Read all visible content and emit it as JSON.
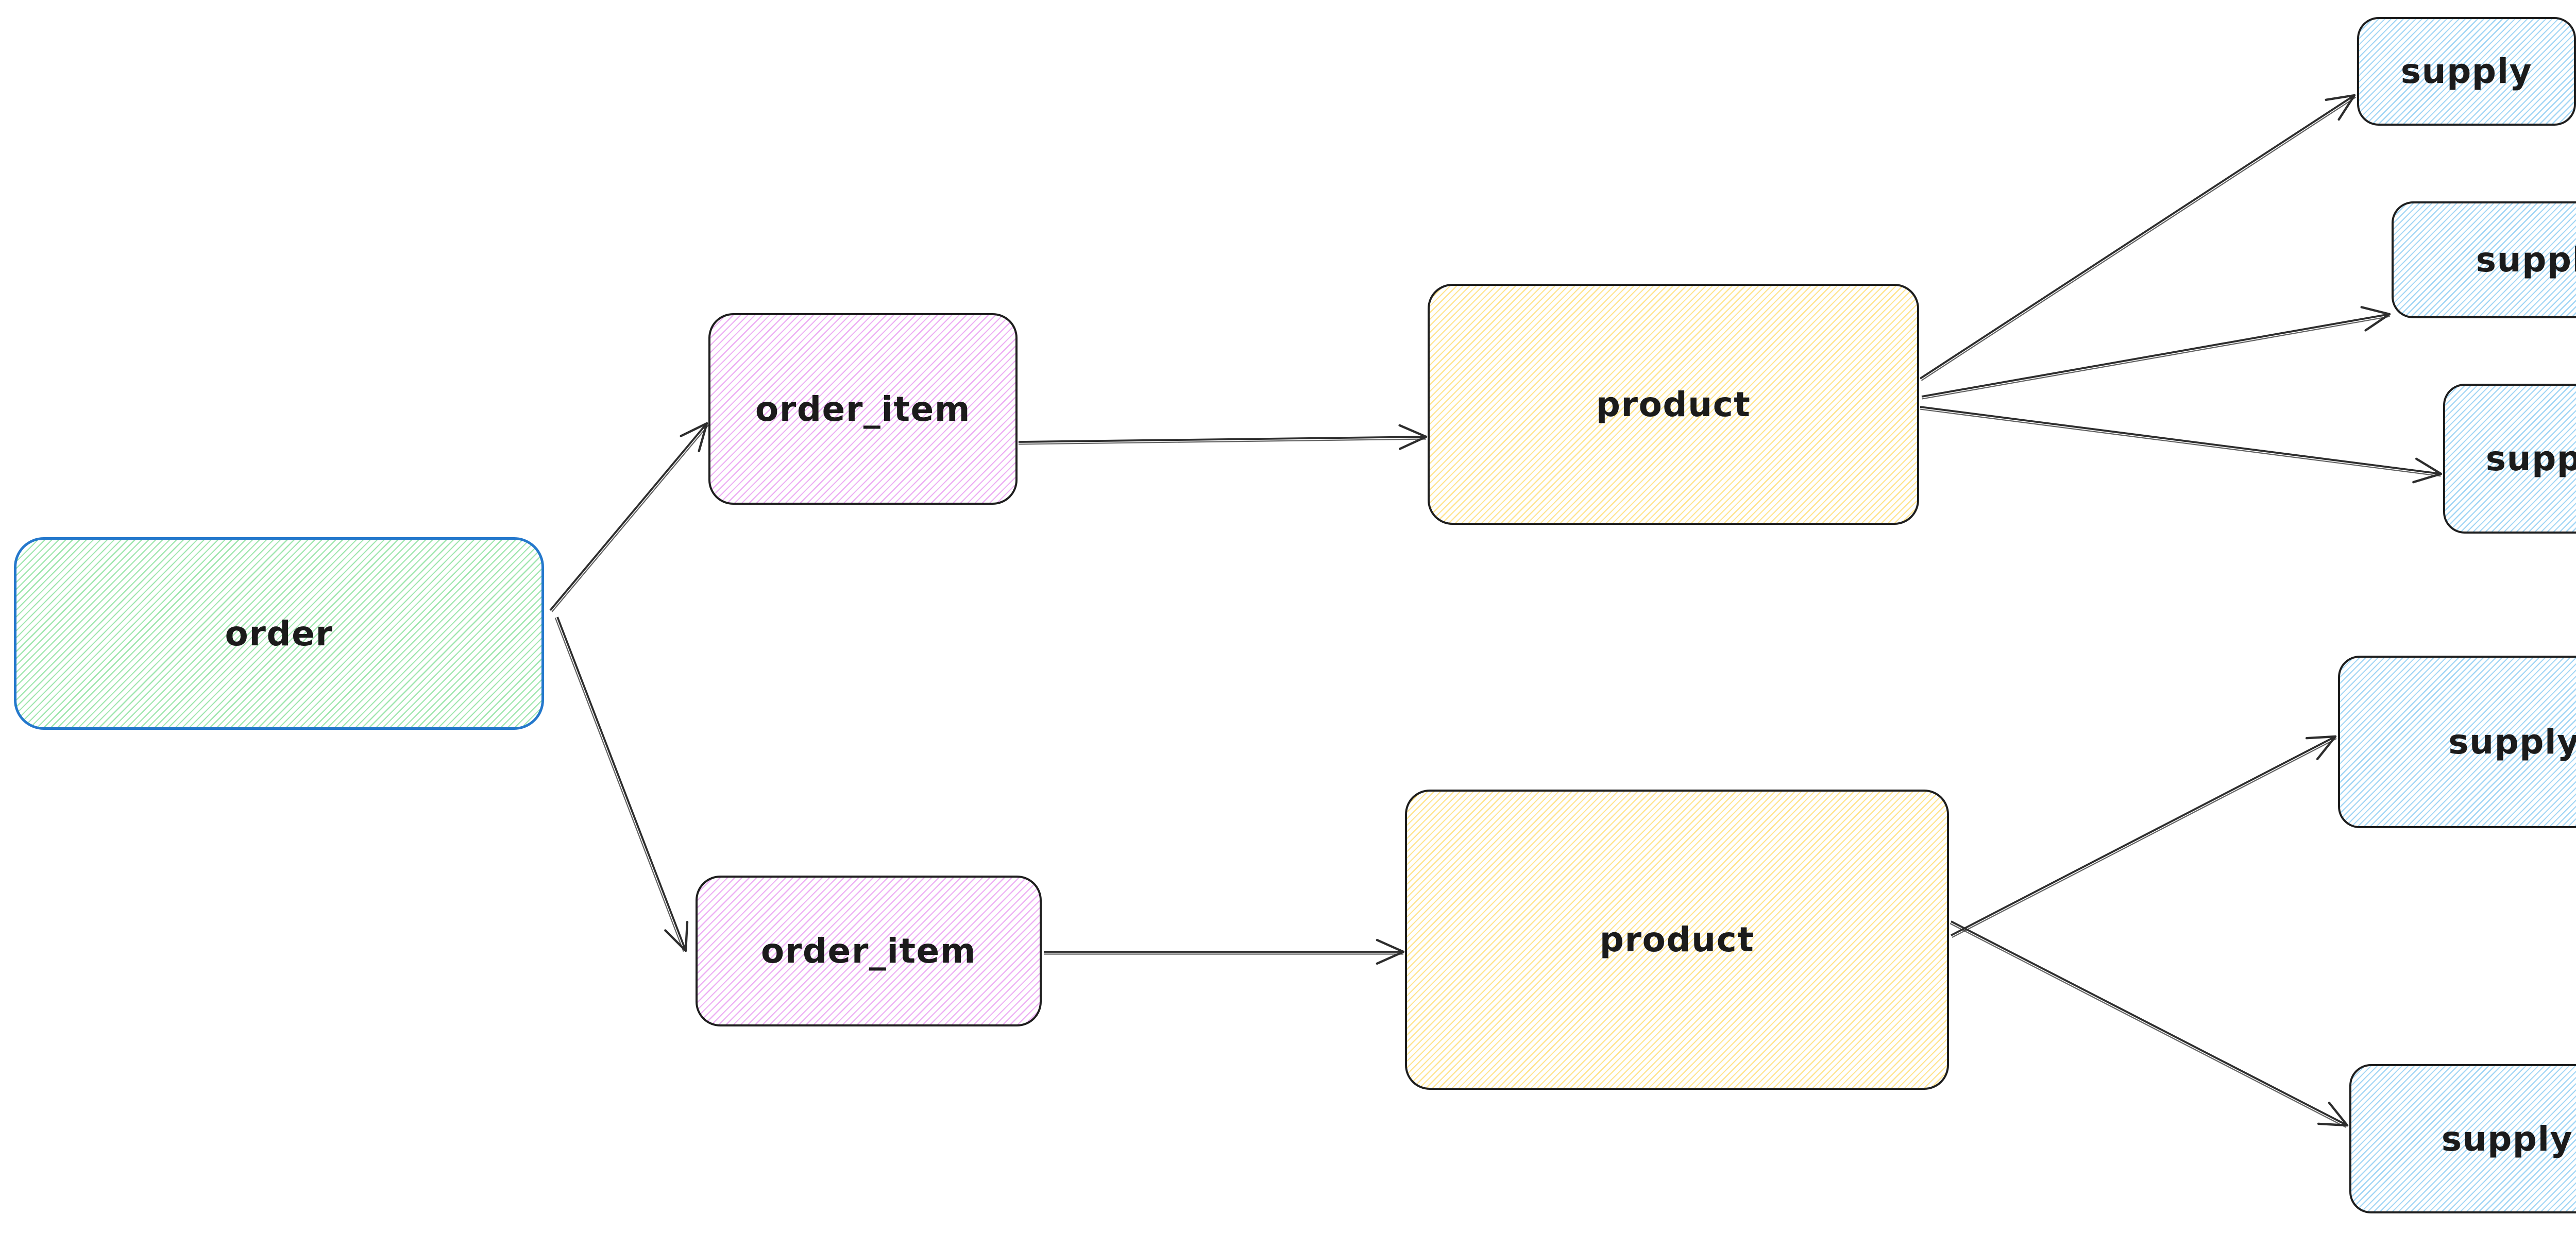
{
  "diagram": {
    "nodes": [
      {
        "id": "order",
        "label": "order",
        "style": "green-hachure-blue-stroke"
      },
      {
        "id": "order_item_1",
        "label": "order_item",
        "style": "violet-hachure"
      },
      {
        "id": "order_item_2",
        "label": "order_item",
        "style": "violet-hachure"
      },
      {
        "id": "product_1",
        "label": "product",
        "style": "yellow-hachure"
      },
      {
        "id": "product_2",
        "label": "product",
        "style": "yellow-hachure"
      },
      {
        "id": "supply_1",
        "label": "supply",
        "style": "blue-hachure"
      },
      {
        "id": "supply_2",
        "label": "supply",
        "style": "blue-hachure"
      },
      {
        "id": "supply_3",
        "label": "supply",
        "style": "blue-hachure"
      },
      {
        "id": "supply_4",
        "label": "supply",
        "style": "blue-hachure"
      },
      {
        "id": "supply_5",
        "label": "supply",
        "style": "blue-hachure"
      }
    ],
    "edges": [
      {
        "from": "order",
        "to": "order_item_1"
      },
      {
        "from": "order",
        "to": "order_item_2"
      },
      {
        "from": "order_item_1",
        "to": "product_1"
      },
      {
        "from": "order_item_2",
        "to": "product_2"
      },
      {
        "from": "product_1",
        "to": "supply_1"
      },
      {
        "from": "product_1",
        "to": "supply_2"
      },
      {
        "from": "product_1",
        "to": "supply_3"
      },
      {
        "from": "product_2",
        "to": "supply_4"
      },
      {
        "from": "product_2",
        "to": "supply_5"
      }
    ]
  },
  "colors": {
    "background": "#ffffff",
    "order_stroke": "#2478cc",
    "default_stroke": "#1e1e1e",
    "arrow": "#2d2d2d",
    "hachure_green": "#9fe6ae",
    "hachure_violet": "#edaff4",
    "hachure_yellow": "#ffe48f",
    "hachure_blue": "#a2d6f5",
    "text": "#1b1b1b"
  }
}
